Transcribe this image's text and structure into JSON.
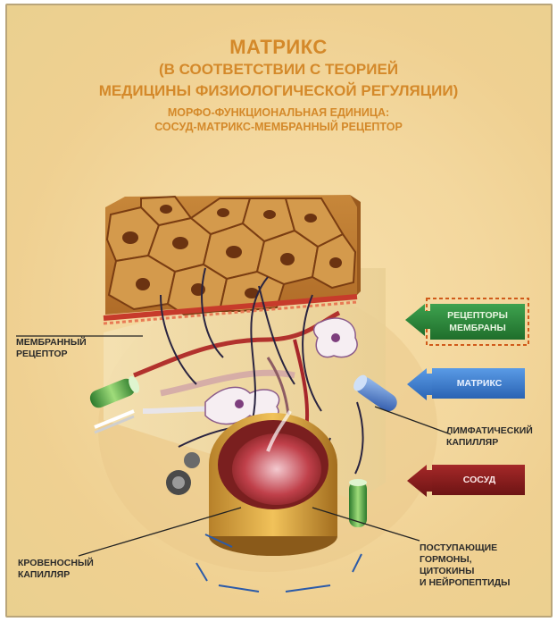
{
  "header": {
    "title": "МАТРИКС",
    "subtitle_line1": "(В СООТВЕТСТВИИ С ТЕОРИЕЙ",
    "subtitle_line2": "МЕДИЦИНЫ ФИЗИОЛОГИЧЕСКОЙ РЕГУЛЯЦИИ)",
    "subtitle_line3": "МОРФО-ФУНКЦИОНАЛЬНАЯ ЕДИНИЦА:",
    "subtitle_line4": "СОСУД-МАТРИКС-МЕМБРАННЫЙ РЕЦЕПТОР"
  },
  "legend": [
    {
      "line1": "РЕЦЕПТОРЫ",
      "line2": "МЕМБРАНЫ",
      "color": "#2f8a3c"
    },
    {
      "line1": "МАТРИКС",
      "line2": "",
      "color": "#3a7fd0"
    },
    {
      "line1": "СОСУД",
      "line2": "",
      "color": "#8b1e1e"
    }
  ],
  "labels": {
    "membrane_receptor_1": "МЕМБРАННЫЙ",
    "membrane_receptor_2": "РЕЦЕПТОР",
    "lymph_1": "ЛИМФАТИЧЕСКИЙ",
    "lymph_2": "КАПИЛЛЯР",
    "blood_1": "КРОВЕНОСНЫЙ",
    "blood_2": "КАПИЛЛЯР",
    "incoming_1": "ПОСТУПАЮЩИЕ",
    "incoming_2": "ГОРМОНЫ,",
    "incoming_3": "ЦИТОКИНЫ",
    "incoming_4": "И НЕЙРОПЕПТИДЫ"
  },
  "colors": {
    "title": "#d4892a",
    "epithelium": "#c98a3a",
    "background": "#f3d79d"
  }
}
